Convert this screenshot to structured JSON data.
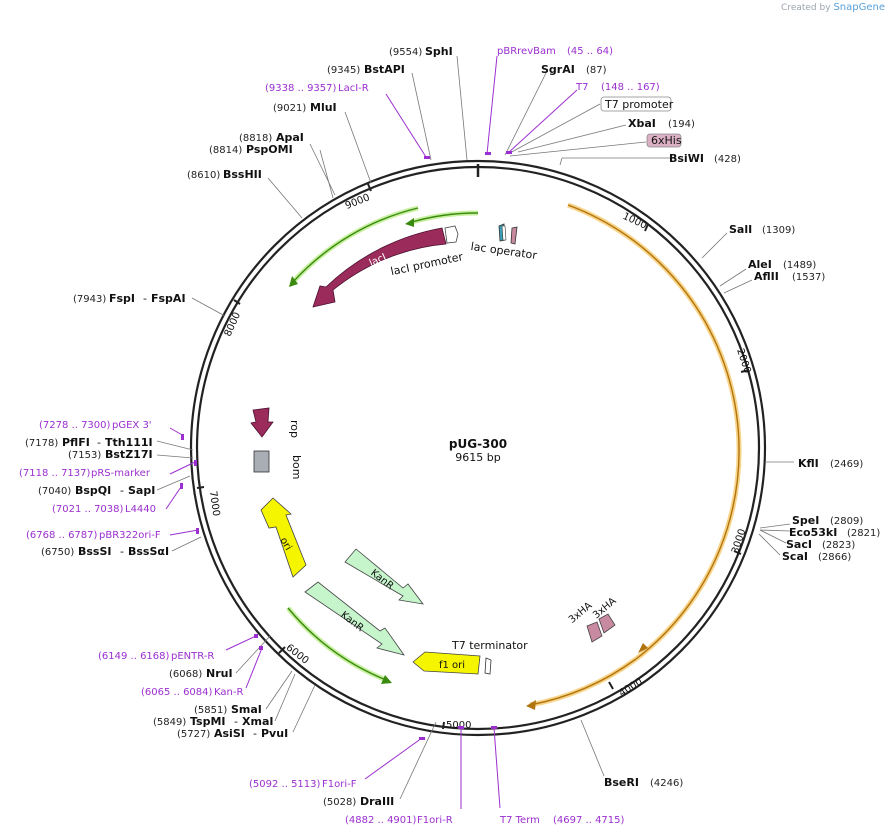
{
  "credit": {
    "prefix": "Created by",
    "brand": "SnapGene"
  },
  "plasmid": {
    "name": "pUG-300",
    "size": "9615 bp"
  },
  "ticks": [
    "1000",
    "2000",
    "3000",
    "4000",
    "5000",
    "6000",
    "7000",
    "8000",
    "9000"
  ],
  "sites_right": [
    {
      "name": "SgrAI",
      "pos": "(87)"
    },
    {
      "name": "XbaI",
      "pos": "(194)"
    },
    {
      "name": "BsiWI",
      "pos": "(428)"
    },
    {
      "name": "SalI",
      "pos": "(1309)"
    },
    {
      "name": "AleI",
      "pos": "(1489)"
    },
    {
      "name": "AflII",
      "pos": "(1537)"
    },
    {
      "name": "KflI",
      "pos": "(2469)"
    },
    {
      "name": "SpeI",
      "pos": "(2809)"
    },
    {
      "name": "Eco53kI",
      "pos": "(2821)"
    },
    {
      "name": "SacI",
      "pos": "(2823)"
    },
    {
      "name": "ScaI",
      "pos": "(2866)"
    },
    {
      "name": "BseRI",
      "pos": "(4246)"
    }
  ],
  "sites_left": [
    {
      "name": "SphI",
      "pos": "(9554)"
    },
    {
      "name": "BstAPI",
      "pos": "(9345)"
    },
    {
      "name": "MluI",
      "pos": "(9021)"
    },
    {
      "name": "ApaI",
      "pos": "(8818)"
    },
    {
      "name": "PspOMI",
      "pos": "(8814)"
    },
    {
      "name": "BssHII",
      "pos": "(8610)"
    },
    {
      "name": "FspI",
      "name2": "FspAI",
      "pos": "(7943)"
    },
    {
      "name": "PflFI",
      "name2": "Tth111I",
      "pos": "(7178)"
    },
    {
      "name": "BstZ17I",
      "pos": "(7153)"
    },
    {
      "name": "BspQI",
      "name2": "SapI",
      "pos": "(7040)"
    },
    {
      "name": "BssSI",
      "name2": "BssSαI",
      "pos": "(6750)"
    },
    {
      "name": "NruI",
      "pos": "(6068)"
    },
    {
      "name": "SmaI",
      "pos": "(5851)"
    },
    {
      "name": "TspMI",
      "name2": "XmaI",
      "pos": "(5849)"
    },
    {
      "name": "AsiSI",
      "name2": "PvuI",
      "pos": "(5727)"
    },
    {
      "name": "DraIII",
      "pos": "(5028)"
    }
  ],
  "primers": [
    {
      "name": "pBRrevBam",
      "range": "(45 .. 64)"
    },
    {
      "name": "T7",
      "range": "(148 .. 167)"
    },
    {
      "name": "LacI-R",
      "range": "(9338 .. 9357)"
    },
    {
      "name": "pGEX 3'",
      "range": "(7278 .. 7300)"
    },
    {
      "name": "pRS-marker",
      "range": "(7118 .. 7137)"
    },
    {
      "name": "L4440",
      "range": "(7021 .. 7038)"
    },
    {
      "name": "pBR322ori-F",
      "range": "(6768 .. 6787)"
    },
    {
      "name": "pENTR-R",
      "range": "(6149 .. 6168)"
    },
    {
      "name": "Kan-R",
      "range": "(6065 .. 6084)"
    },
    {
      "name": "F1ori-F",
      "range": "(5092 .. 5113)"
    },
    {
      "name": "F1ori-R",
      "range": "(4882 .. 4901)"
    },
    {
      "name": "T7 Term",
      "range": "(4697 .. 4715)"
    }
  ],
  "boxed_features": {
    "t7_promoter": "T7 promoter",
    "his": "6xHis"
  },
  "features": {
    "lacI": "lacI",
    "lacI_promoter": "lacI promoter",
    "lac_operator": "lac operator",
    "rop": "rop",
    "bom": "bom",
    "ori": "ori",
    "kanR1": "KanR",
    "kanR2": "KanR",
    "t7_terminator": "T7 terminator",
    "f1_ori": "f1 ori",
    "ha1": "3xHA",
    "ha2": "3xHA"
  },
  "colors": {
    "backbone": "#222222",
    "lacI": "#9b2b5b",
    "green": "#4a9a1a",
    "orange": "#c58a1e",
    "kanR": "#c6f5cc",
    "ori": "#f5f500",
    "primer": "#9b2fcf",
    "ha": "#c88aa0"
  }
}
